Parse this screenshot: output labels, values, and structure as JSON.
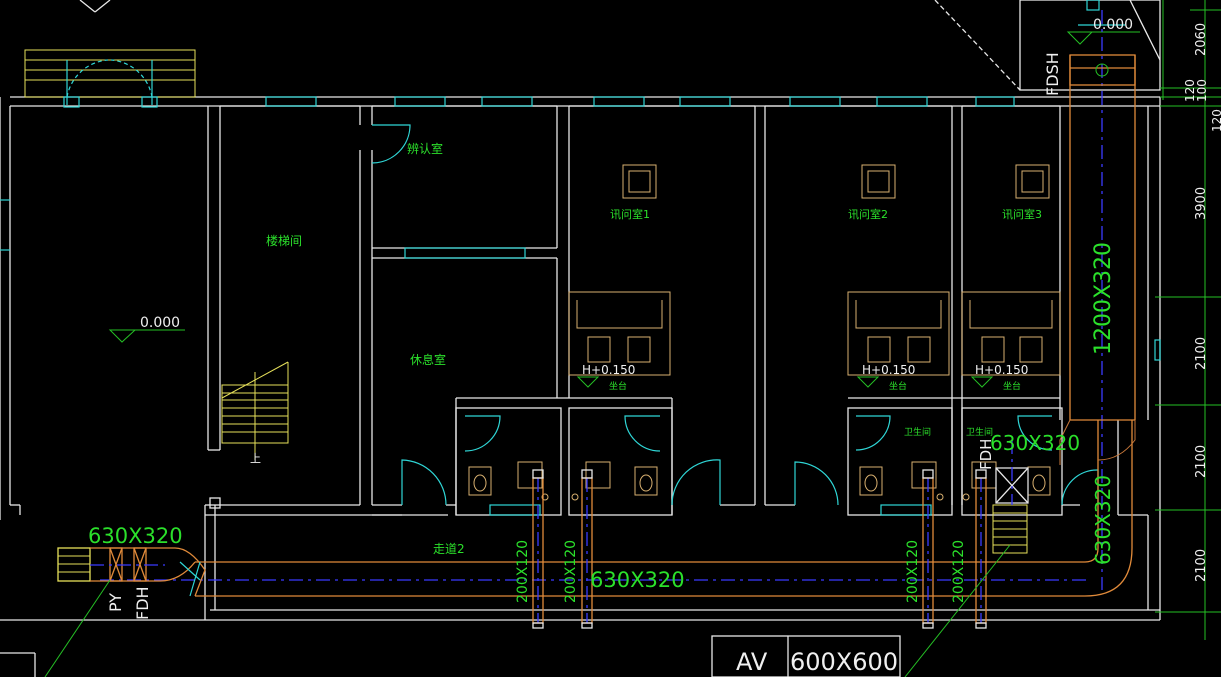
{
  "rooms": {
    "stair_hall": "楼梯间",
    "identify_room": "辨认室",
    "lounge": "休息室",
    "interrogation_1": "讯问室1",
    "interrogation_2": "讯问室2",
    "interrogation_3": "讯问室3",
    "corridor": "走道2",
    "toilet_a": "卫生间",
    "toilet_b": "卫生间",
    "stair_up": "上"
  },
  "levels": {
    "main": "0.000",
    "top": "0.000",
    "stage_1": "H+0.150",
    "stage_2": "H+0.150",
    "stage_3": "H+0.150",
    "stage_label": "坐台"
  },
  "ducts": {
    "main_horizontal": "630X320",
    "left_branch": "630X320",
    "right_vertical": "1200X320",
    "right_lower_1": "630X320",
    "right_lower_2": "630X320",
    "riser_1": "200X120",
    "riser_2": "200X120",
    "riser_3": "200X120",
    "riser_4": "200X120"
  },
  "tags": {
    "py": "PY",
    "fdh_left": "FDH",
    "fdh_right": "FDH",
    "fdsh": "FDSH",
    "av": "AV",
    "av_size": "600X600"
  },
  "dimensions": {
    "d1": "2060",
    "d2": "120",
    "d3": "100",
    "d4": "120",
    "d5": "3900",
    "d6": "2100",
    "d7": "2100",
    "d8": "2100"
  },
  "colors": {
    "background": "#000000",
    "wall": "#e8e8e8",
    "window": "#2fd6d6",
    "duct": "#e08a3a",
    "centerline": "#3b3bff",
    "annotation": "#2be02b",
    "stair": "#e6e05a"
  }
}
